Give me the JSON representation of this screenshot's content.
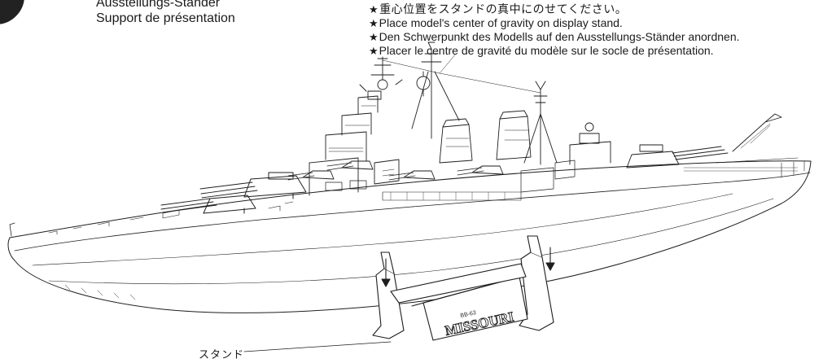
{
  "heading": {
    "lines": [
      "Ausstellungs-Ständer",
      "Support de présentation"
    ]
  },
  "notes": [
    {
      "star": "★",
      "text": "重心位置をスタンドの真中にのせてください。",
      "lang": "ja"
    },
    {
      "star": "★",
      "text": "Place model's center of gravity on display stand.",
      "lang": "en"
    },
    {
      "star": "★",
      "text": "Den Schwerpunkt des Modells auf den Ausstellungs-Ständer anordnen.",
      "lang": "de"
    },
    {
      "star": "★",
      "text": "Placer le centre de gravité du modèle sur le socle de présentation.",
      "lang": "fr"
    }
  ],
  "stand": {
    "nameplate_text": "MISSOURI",
    "nameplate_subtext": "BB-63"
  },
  "callout": {
    "label": "スタンド"
  }
}
